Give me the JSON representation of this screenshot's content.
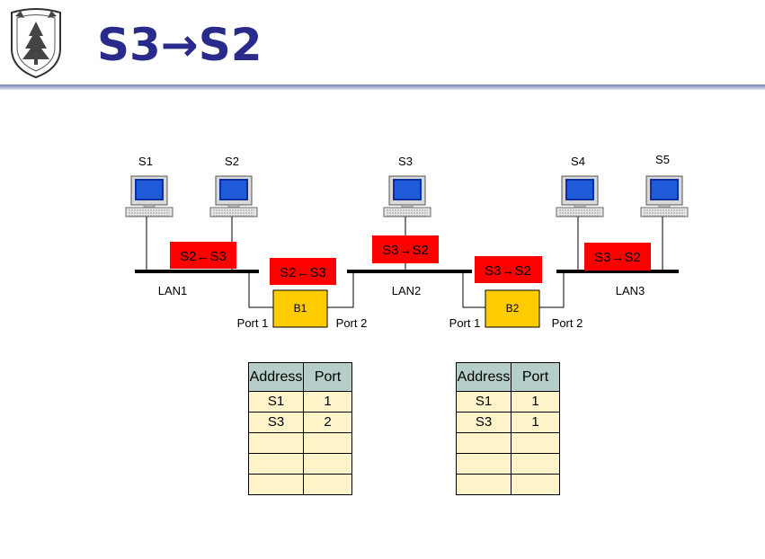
{
  "title": "S3→S2",
  "stations": [
    {
      "id": "s1",
      "label": "S1"
    },
    {
      "id": "s2",
      "label": "S2"
    },
    {
      "id": "s3",
      "label": "S3"
    },
    {
      "id": "s4",
      "label": "S4"
    },
    {
      "id": "s5",
      "label": "S5"
    }
  ],
  "lans": [
    "LAN1",
    "LAN2",
    "LAN3"
  ],
  "bridges": [
    {
      "label": "B1",
      "port1": "Port 1",
      "port2": "Port 2"
    },
    {
      "label": "B2",
      "port1": "Port 1",
      "port2": "Port 2"
    }
  ],
  "frames": [
    "S2←S3",
    "S2←S3",
    "S3→S2",
    "S3→S2",
    "S3→S2"
  ],
  "tables": {
    "b1": {
      "headers": [
        "Address",
        "Port"
      ],
      "rows": [
        [
          "S1",
          "1"
        ],
        [
          "S3",
          "2"
        ],
        [
          "",
          ""
        ],
        [
          "",
          ""
        ],
        [
          "",
          ""
        ]
      ]
    },
    "b2": {
      "headers": [
        "Address",
        "Port"
      ],
      "rows": [
        [
          "S1",
          "1"
        ],
        [
          "S3",
          "1"
        ],
        [
          "",
          ""
        ],
        [
          "",
          ""
        ],
        [
          "",
          ""
        ]
      ]
    }
  },
  "colors": {
    "title": "#2a2a8c",
    "frame": "#ff0000",
    "bridge": "#ffcc00",
    "table_header": "#b5cec9",
    "table_cell": "#fef3c9"
  }
}
